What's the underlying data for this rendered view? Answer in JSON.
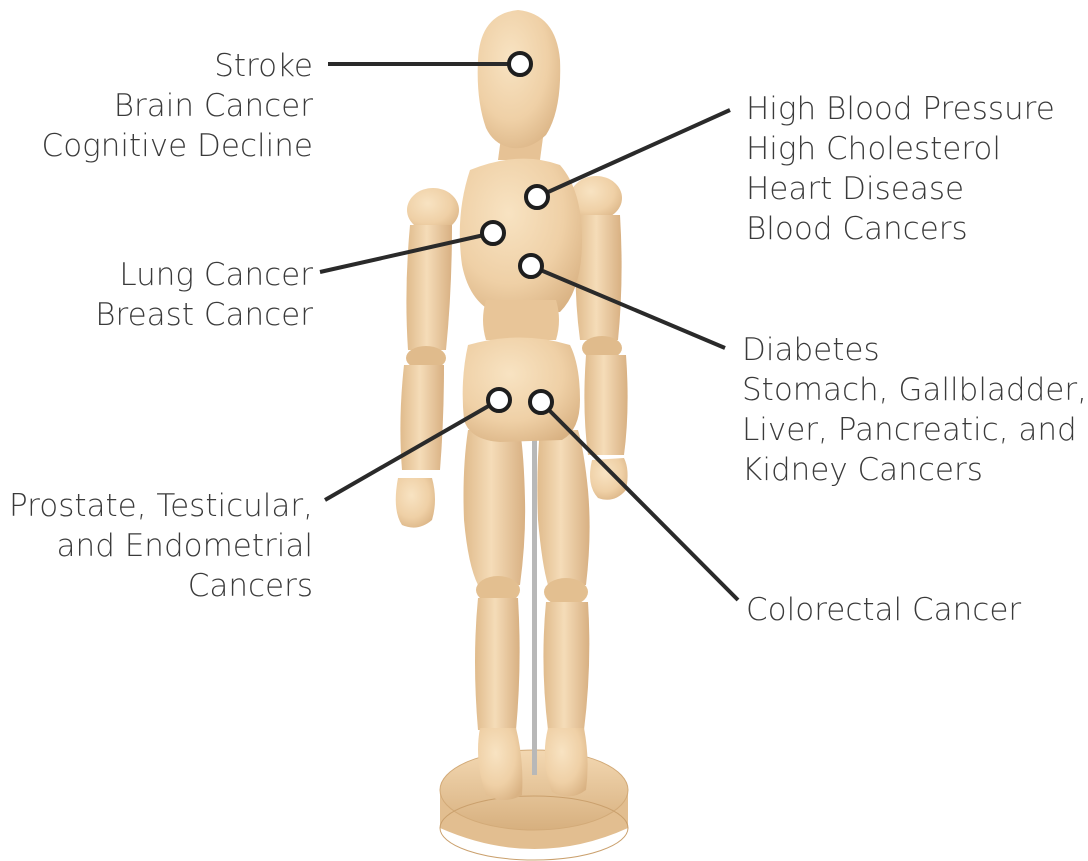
{
  "labels": {
    "head": [
      "Stroke",
      "Brain Cancer",
      "Cognitive Decline"
    ],
    "heart": [
      "High Blood Pressure",
      "High Cholesterol",
      "Heart Disease",
      "Blood Cancers"
    ],
    "lungs": [
      "Lung Cancer",
      "Breast Cancer"
    ],
    "abdomen": [
      "Diabetes",
      "Stomach, Gallbladder,",
      "Liver, Pancreatic, and",
      "Kidney Cancers"
    ],
    "pelvis": [
      "Prostate, Testicular,",
      "and Endometrial",
      "Cancers"
    ],
    "colon": [
      "Colorectal Cancer"
    ]
  },
  "colors": {
    "wood_light": "#f6dcb6",
    "wood_mid": "#eac79a",
    "wood_dark": "#cfa674",
    "line": "#2a2a2a",
    "text": "#3a3a3a",
    "marker_fill": "#ffffff"
  }
}
